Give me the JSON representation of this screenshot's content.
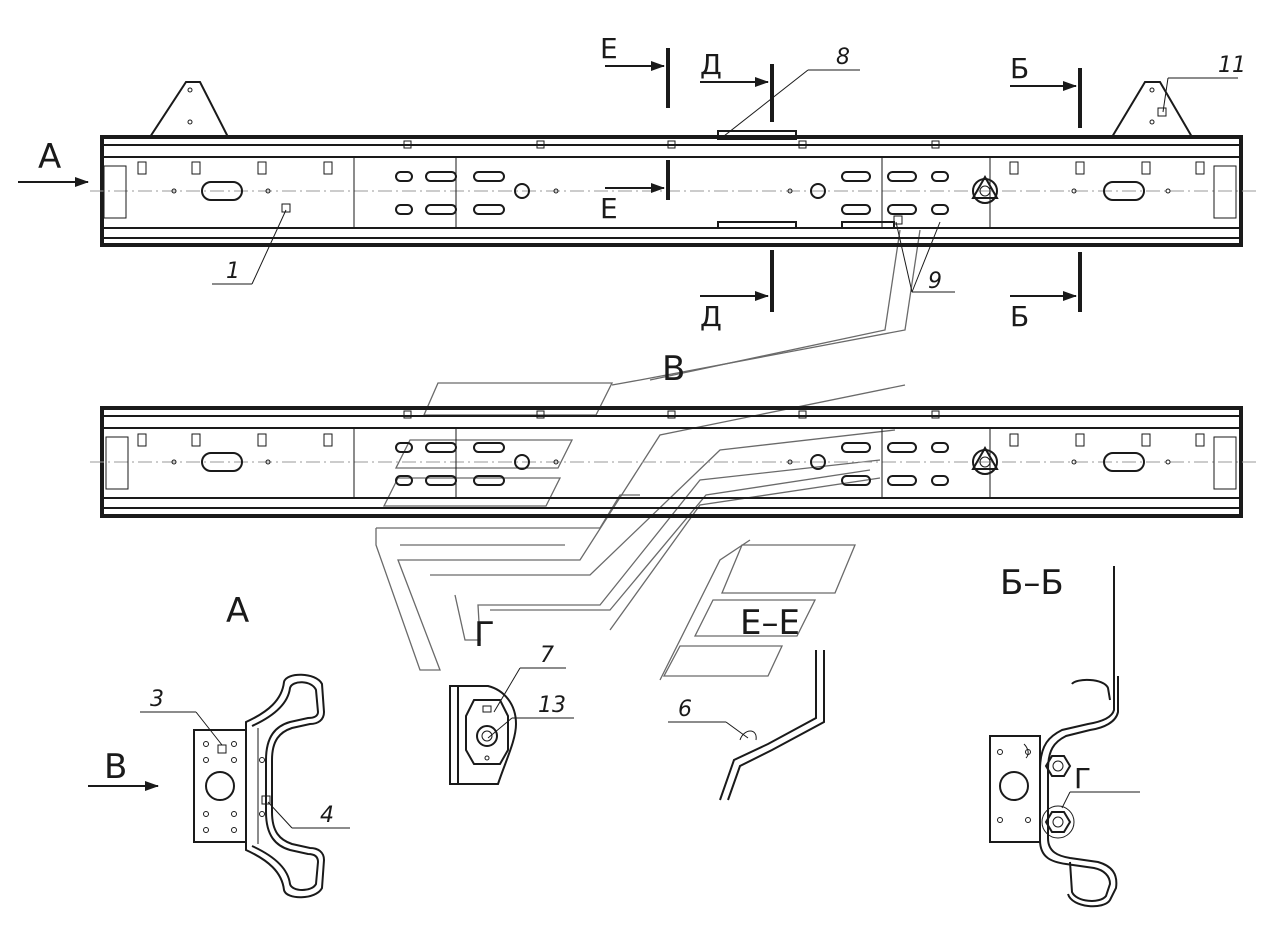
{
  "callouts": {
    "c1": "1",
    "c3": "3",
    "c4": "4",
    "c6": "6",
    "c7": "7",
    "c8": "8",
    "c9": "9",
    "c11": "11",
    "c13": "13"
  },
  "sections": {
    "E": "Е",
    "D": "Д",
    "B": "Б"
  },
  "views": {
    "A_arrow": "А",
    "A_view": "А",
    "V_top": "В",
    "V_arrow": "В",
    "G_view": "Г",
    "G_mark": "Г",
    "EE": "Е–Е",
    "BB": "Б–Б"
  }
}
